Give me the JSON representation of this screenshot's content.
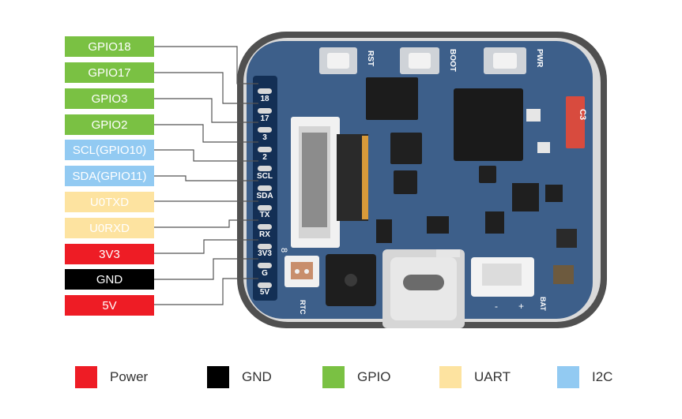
{
  "board": {
    "buttons": [
      "RST",
      "BOOT",
      "PWR"
    ],
    "chip_label": "C3",
    "header_pins": [
      "18",
      "17",
      "3",
      "2",
      "SCL",
      "SDA",
      "TX",
      "RX",
      "3V3",
      "G",
      "5V"
    ],
    "connectors": [
      "RTC",
      "BAT"
    ],
    "silk_marks": [
      "8",
      "-",
      "+",
      "-",
      "+"
    ]
  },
  "pins": [
    {
      "label": "GPIO18",
      "type": "gpio"
    },
    {
      "label": "GPIO17",
      "type": "gpio"
    },
    {
      "label": "GPIO3",
      "type": "gpio"
    },
    {
      "label": "GPIO2",
      "type": "gpio"
    },
    {
      "label": "SCL(GPIO10)",
      "type": "i2c"
    },
    {
      "label": "SDA(GPIO11)",
      "type": "i2c"
    },
    {
      "label": "U0TXD",
      "type": "uart"
    },
    {
      "label": "U0RXD",
      "type": "uart"
    },
    {
      "label": "3V3",
      "type": "power"
    },
    {
      "label": "GND",
      "type": "gnd"
    },
    {
      "label": "5V",
      "type": "power"
    }
  ],
  "legend": [
    {
      "label": "Power",
      "type": "power"
    },
    {
      "label": "GND",
      "type": "gnd"
    },
    {
      "label": "GPIO",
      "type": "gpio"
    },
    {
      "label": "UART",
      "type": "uart"
    },
    {
      "label": "I2C",
      "type": "i2c"
    }
  ],
  "colors": {
    "power": "#ee1c25",
    "gnd": "#000000",
    "gpio": "#7ac143",
    "uart": "#fde3a0",
    "i2c": "#92caf2",
    "pcb": "#3d5f8a",
    "case": "#4d4d4d"
  }
}
